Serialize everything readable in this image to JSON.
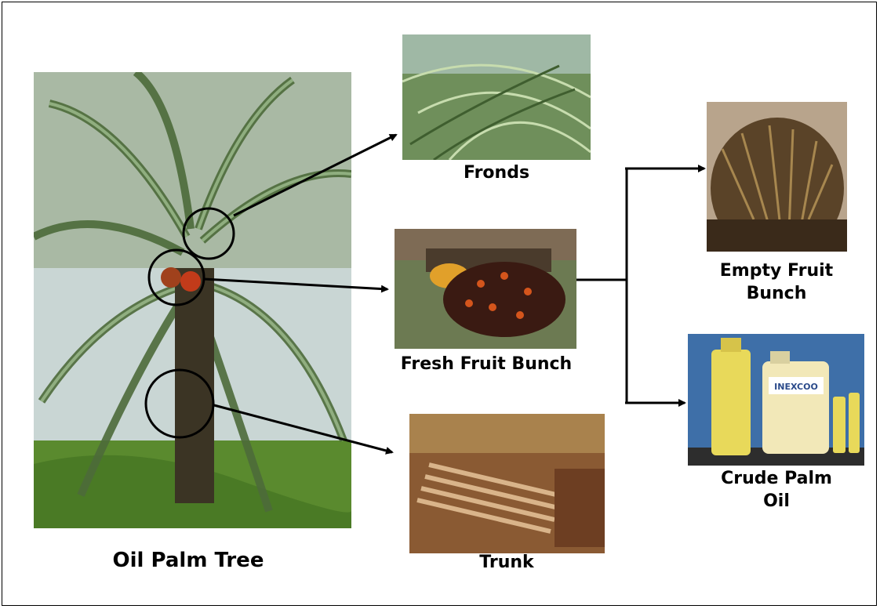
{
  "labels": {
    "tree": "Oil Palm Tree",
    "fronds": "Fronds",
    "fresh_fruit_bunch": "Fresh Fruit Bunch",
    "trunk": "Trunk",
    "empty_fruit_bunch": "Empty Fruit\nBunch",
    "crude_palm_oil": "Crude Palm\nOil"
  },
  "bottle_label_text": "INEXCOO",
  "colors": {
    "frame": "#000000",
    "arrow": "#000000",
    "frond_green": "#6f9a4c",
    "fruit_dark": "#3a1a12",
    "fruit_orange": "#d4551c",
    "trunk_brown": "#8a5a33",
    "oil_yellow": "#e8d95a",
    "sky_blue": "#3e6fa8"
  }
}
